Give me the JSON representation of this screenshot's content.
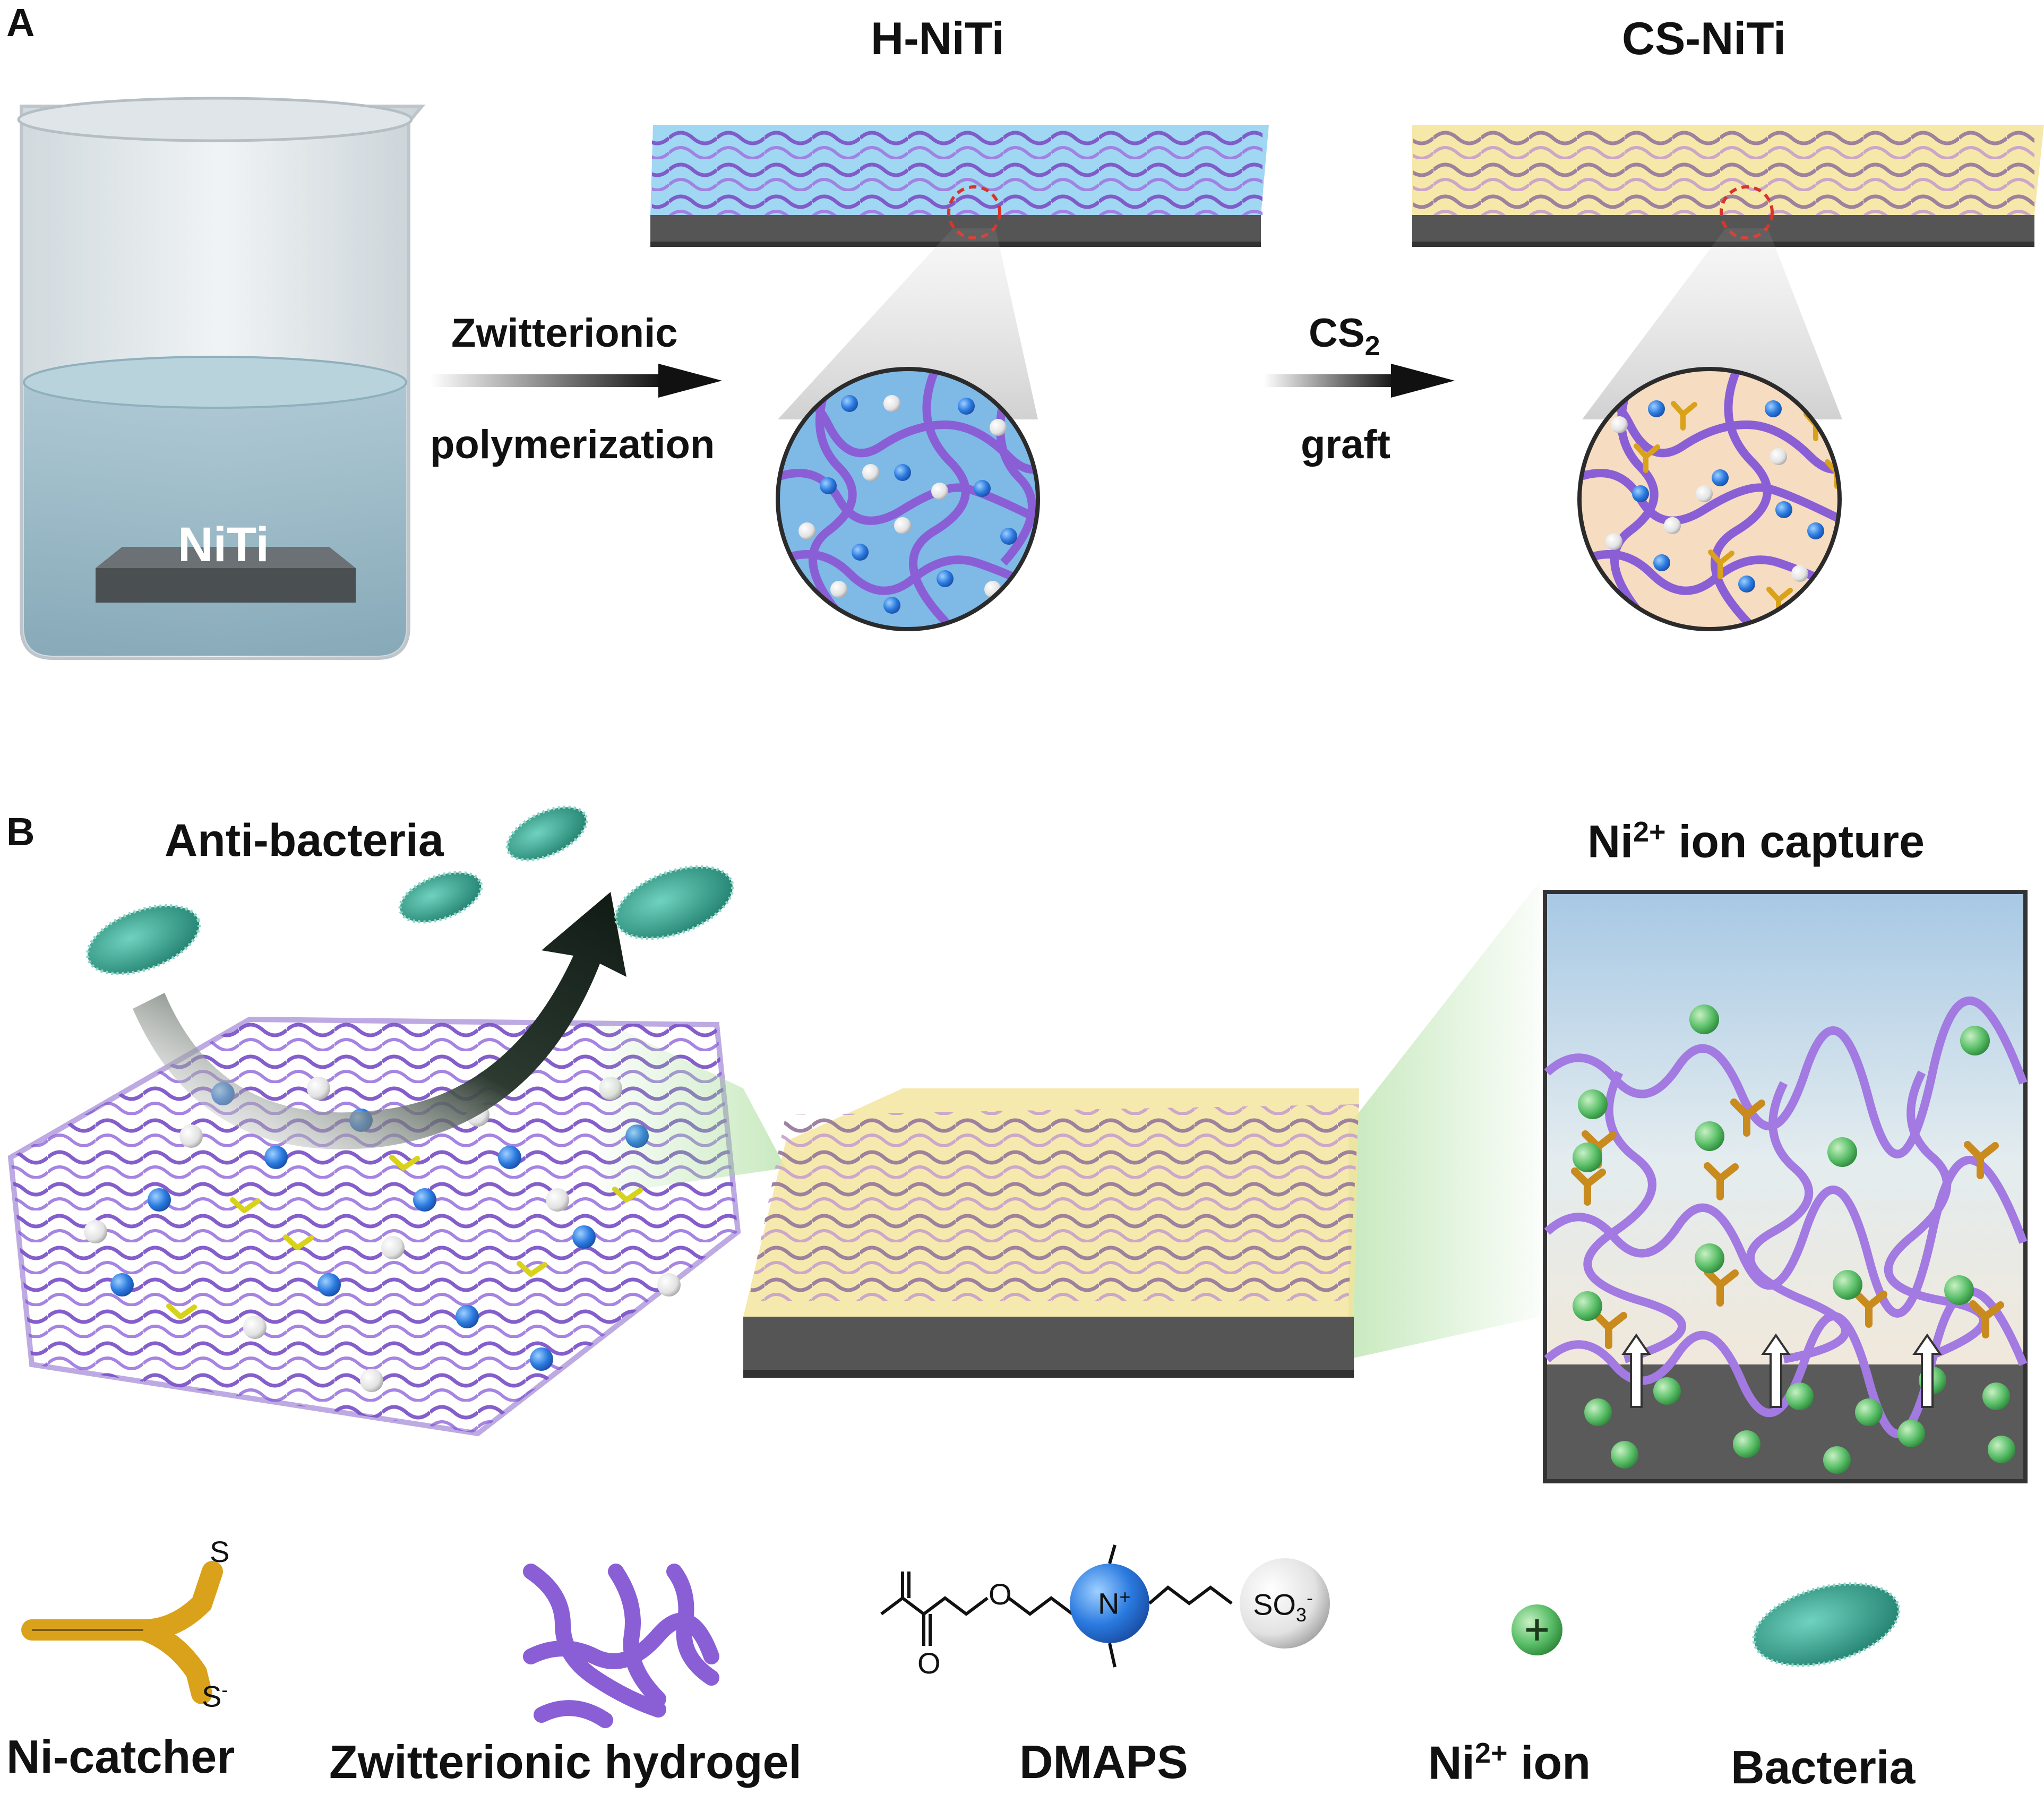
{
  "panels": {
    "a": {
      "letter": "A",
      "beaker_label": "NiTi",
      "step1_line1": "Zwitterionic",
      "step1_line2": "polymerization",
      "title_h": "H-NiTi",
      "step2_line1": "CS",
      "step2_sub": "2",
      "step2_line2": "graft",
      "title_cs": "CS-NiTi"
    },
    "b": {
      "letter": "B",
      "anti_bacteria": "Anti-bacteria",
      "capture_prefix": "Ni",
      "capture_sup": "2+",
      "capture_suffix": " ion capture"
    }
  },
  "legend": {
    "ni_catcher": "Ni-catcher",
    "hydrogel": "Zwitterionic hydrogel",
    "dmaps": "DMAPS",
    "ni_ion_prefix": "Ni",
    "ni_ion_sup": "2+",
    "ni_ion_suffix": " ion",
    "bacteria": "Bacteria"
  },
  "chem": {
    "s_double": "S",
    "s_single": "S",
    "s_charge": "-",
    "o_ester": "O",
    "o_carbonyl": "O",
    "n_plus": "N",
    "n_charge": "+",
    "so3": "SO",
    "so3_sub": "3",
    "so3_charge": "-"
  },
  "colors": {
    "hydrogel_purple": "#8a5fd6",
    "substrate": "#555555",
    "h_niti_top": "#8fd0f0",
    "cs_niti_top": "#f4e49a",
    "ni_ion_green": "#5cc06a",
    "bacteria_teal": "#2e9a86",
    "catcher_gold": "#d9a21a",
    "cation_blue": "#2a6fd6",
    "anion_white": "#e8e8e8"
  },
  "icons": [
    "beaker-icon",
    "arrow-icon",
    "hydrogel-network-icon",
    "zoom-circle-icon",
    "bacteria-icon",
    "ni-ion-icon",
    "ni-catcher-icon",
    "dmaps-structure-icon"
  ]
}
